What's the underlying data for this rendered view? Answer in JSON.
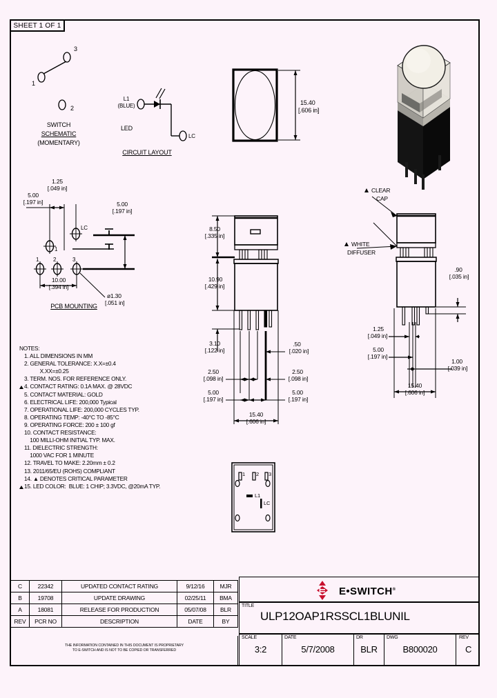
{
  "sheet": {
    "label": "SHEET 1 OF 1"
  },
  "switch_schematic": {
    "title_line1": "SWITCH",
    "title_line2": "SCHEMATIC",
    "title_line3": "(MOMENTARY)",
    "terminal_1": "1",
    "terminal_2": "2",
    "terminal_3": "3"
  },
  "circuit_layout": {
    "title": "CIRCUIT LAYOUT",
    "l1_label": "L1",
    "l1_color": "(BLUE)",
    "led_label": "LED",
    "lc_label": "LC"
  },
  "top_view": {
    "height_mm": "15.40",
    "height_in": "[.606 in]"
  },
  "pcb_mounting": {
    "title": "PCB MOUNTING",
    "dim_left_mm": "5.00",
    "dim_left_in": "[.197 in]",
    "dim_top_mm": "1.25",
    "dim_top_in": "[.049 in]",
    "dim_right_mm": "5.00",
    "dim_right_in": "[.197 in]",
    "dim_pitch_mm": "10.00",
    "dim_pitch_in": "[.394 in]",
    "hole_dia_mm": "ø1.30",
    "hole_dia_in": "[.051 in]",
    "pad_lc": "LC",
    "pad_1_upper": "1",
    "pad_1": "1",
    "pad_2": "2",
    "pad_3": "3"
  },
  "front_view": {
    "dim_cap_mm": "8.50",
    "dim_cap_in": "[.335 in]",
    "dim_body_mm": "10.90",
    "dim_body_in": "[.429 in]",
    "dim_lead_mm": "3.10",
    "dim_lead_in": "[.122 in]",
    "dim_250_mm": "2.50",
    "dim_250_in": "[.098 in]",
    "dim_500_mm": "5.00",
    "dim_500_in": "[.197 in]",
    "dim_250r_mm": "2.50",
    "dim_250r_in": "[.098 in]",
    "dim_500r_mm": "5.00",
    "dim_500r_in": "[.197 in]",
    "dim_50_mm": ".50",
    "dim_50_in": "[.020 in]",
    "dim_width_mm": "15.40",
    "dim_width_in": "[.606 in]"
  },
  "side_view": {
    "callout_clear_cap_line1": "CLEAR",
    "callout_clear_cap_line2": "CAP",
    "callout_white_diffuser_line1": "WHITE",
    "callout_white_diffuser_line2": "DIFFUSER",
    "dim_90_mm": ".90",
    "dim_90_in": "[.035 in]",
    "dim_125_mm": "1.25",
    "dim_125_in": "[.049 in]",
    "dim_500_mm": "5.00",
    "dim_500_in": "[.197 in]",
    "dim_100_mm": "1.00",
    "dim_100_in": "[.039 in]",
    "dim_width_mm": "15.40",
    "dim_width_in": "[.606 in]"
  },
  "bottom_view": {
    "pin_1": "1",
    "pin_2": "2",
    "pin_3": "3",
    "l1_label": "L1",
    "lc_label": "LC"
  },
  "notes": {
    "heading": "NOTES:",
    "items": [
      {
        "num": "1.",
        "text": "ALL DIMENSIONS IN MM",
        "critical": false
      },
      {
        "num": "2.",
        "text": "GENERAL TOLERANCE: X.X=±0.4",
        "critical": false
      },
      {
        "num": "",
        "text": "           X.XX=±0.25",
        "critical": false
      },
      {
        "num": "3.",
        "text": "TERM. NOS. FOR REFERENCE ONLY.",
        "critical": false
      },
      {
        "num": "4.",
        "text": "CONTACT RATING: 0.1A MAX. @ 28VDC",
        "critical": true
      },
      {
        "num": "5.",
        "text": "CONTACT MATERIAL: GOLD",
        "critical": false
      },
      {
        "num": "6.",
        "text": "ELECTRICAL LIFE: 200,000 Typical",
        "critical": false
      },
      {
        "num": "7.",
        "text": "OPERATIONAL LIFE: 200,000 CYCLES TYP.",
        "critical": false
      },
      {
        "num": "8.",
        "text": "OPERATING TEMP: -40°C TO -85°C",
        "critical": false
      },
      {
        "num": "9.",
        "text": "OPERATING FORCE: 200 ± 100 gf",
        "critical": false
      },
      {
        "num": "10.",
        "text": "CONTACT RESISTANCE:",
        "critical": false
      },
      {
        "num": "",
        "text": "    100 MILLI-OHM INITIAL TYP. MAX.",
        "critical": false
      },
      {
        "num": "11.",
        "text": "DIELECTRIC STRENGTH:",
        "critical": false
      },
      {
        "num": "",
        "text": "    1000 VAC FOR 1 MINUTE",
        "critical": false
      },
      {
        "num": "12.",
        "text": "TRAVEL TO MAKE: 2.20mm ± 0.2",
        "critical": false
      },
      {
        "num": "13.",
        "text": "2011/65/EU (ROHS) COMPLIANT",
        "critical": false
      },
      {
        "num": "14.",
        "text": "▲ DENOTES CRITICAL PARAMETER",
        "critical": false
      },
      {
        "num": "15.",
        "text": "LED COLOR:  BLUE: 1 CHIP; 3.3VDC, @20mA TYP.",
        "critical": true
      }
    ]
  },
  "revision_table": {
    "headers": {
      "rev": "REV",
      "pcr": "PCR NO",
      "description": "DESCRIPTION",
      "date": "DATE",
      "by": "BY"
    },
    "rows": [
      {
        "rev": "C",
        "pcr": "22342",
        "description": "UPDATED CONTACT RATING",
        "date": "9/12/16",
        "by": "MJR"
      },
      {
        "rev": "B",
        "pcr": "19708",
        "description": "UPDATE DRAWING",
        "date": "02/25/11",
        "by": "BMA"
      },
      {
        "rev": "A",
        "pcr": "18081",
        "description": "RELEASE FOR PRODUCTION",
        "date": "05/07/08",
        "by": "BLR"
      }
    ],
    "proprietary_line1": "THE INFORMATION CONTAINED IN THIS DOCUMENT IS PROPRIETARY",
    "proprietary_line2": "TO E-SWITCH AND IS NOT TO BE COPIED OR TRANSFERRED"
  },
  "title_block": {
    "brand": "E•SWITCH",
    "brand_reg": "®",
    "title_label": "TITLE",
    "title_value": "ULP12OAP1RSSCL1BLUNIL",
    "scale_label": "SCALE",
    "scale_value": "3:2",
    "date_label": "DATE",
    "date_value": "5/7/2008",
    "dr_label": "DR",
    "dr_value": "BLR",
    "dwg_label": "DWG",
    "dwg_value": "B800020",
    "rev_label": "REV",
    "rev_value": "C"
  },
  "colors": {
    "brand_red": "#C8102E",
    "line": "#000000",
    "background": "#fdf3fa"
  }
}
